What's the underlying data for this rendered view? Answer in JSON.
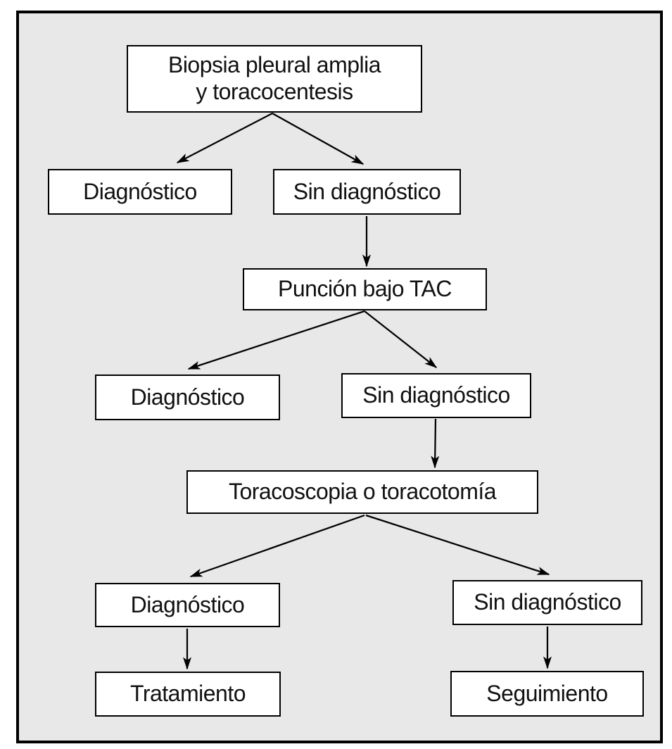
{
  "figure": {
    "description": "Algoritmo diagnóstico (flowchart)",
    "colors": {
      "page_background": "#ffffff",
      "panel_background": "#e8e8e8",
      "frame_border": "#000000",
      "node_background": "#ffffff",
      "node_border": "#000000",
      "text": "#111111",
      "arrow": "#000000"
    }
  },
  "nodes": [
    {
      "id": "biopsia",
      "label": "Biopsia pleural amplia\ny toracocentesis"
    },
    {
      "id": "diagnostico-1",
      "label": "Diagnóstico"
    },
    {
      "id": "sin-diagnostico-1",
      "label": "Sin diagnóstico"
    },
    {
      "id": "puncion-tac",
      "label": "Punción bajo TAC"
    },
    {
      "id": "diagnostico-2",
      "label": "Diagnóstico"
    },
    {
      "id": "sin-diagnostico-2",
      "label": "Sin diagnóstico"
    },
    {
      "id": "toracoscopia",
      "label": "Toracoscopia o toracotomía"
    },
    {
      "id": "diagnostico-3",
      "label": "Diagnóstico"
    },
    {
      "id": "sin-diagnostico-3",
      "label": "Sin diagnóstico"
    },
    {
      "id": "tratamiento",
      "label": "Tratamiento"
    },
    {
      "id": "seguimiento",
      "label": "Seguimiento"
    }
  ],
  "edges": [
    {
      "from": "biopsia",
      "to": "diagnostico-1"
    },
    {
      "from": "biopsia",
      "to": "sin-diagnostico-1"
    },
    {
      "from": "sin-diagnostico-1",
      "to": "puncion-tac"
    },
    {
      "from": "puncion-tac",
      "to": "diagnostico-2"
    },
    {
      "from": "puncion-tac",
      "to": "sin-diagnostico-2"
    },
    {
      "from": "sin-diagnostico-2",
      "to": "toracoscopia"
    },
    {
      "from": "toracoscopia",
      "to": "diagnostico-3"
    },
    {
      "from": "toracoscopia",
      "to": "sin-diagnostico-3"
    },
    {
      "from": "diagnostico-3",
      "to": "tratamiento"
    },
    {
      "from": "sin-diagnostico-3",
      "to": "seguimiento"
    }
  ]
}
